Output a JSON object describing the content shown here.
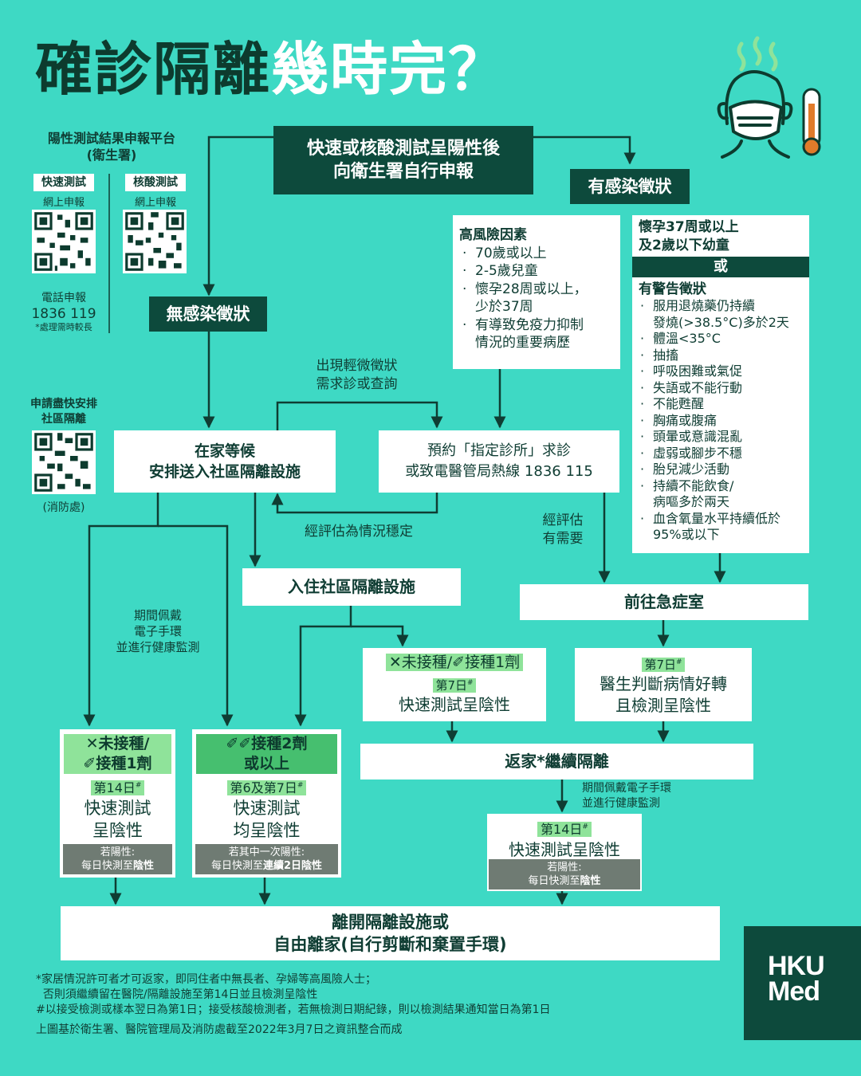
{
  "title": {
    "part1": "確診隔離",
    "part2": "幾時完？"
  },
  "platform": {
    "heading": "陽性測試結果申報平台\n(衛生署)",
    "rapid_tag": "快速測試",
    "rapid_sub": "網上申報",
    "pcr_tag": "核酸測試",
    "pcr_sub": "網上申報",
    "phone_label": "電話申報",
    "phone_number": "1836 119",
    "phone_note": "*處理需時較長"
  },
  "fire": {
    "heading": "申請盡快安排\n社區隔離",
    "note": "(消防處)"
  },
  "report_box": "快速或核酸測試呈陽性後\n向衛生署自行申報",
  "symptomatic": "有感染徵狀",
  "asymptomatic": "無感染徵狀",
  "high_risk": {
    "heading": "高風險因素",
    "items": [
      "70歲或以上",
      "2-5歲兒童",
      "懷孕28周或以上，\n少於37周",
      "有導致免疫力抑制\n情況的重要病歷"
    ]
  },
  "warning": {
    "top": "懷孕37周或以上\n及2歲以下幼童",
    "or": "或",
    "heading": "有警告徵狀",
    "items": [
      "服用退燒藥仍持續\n發燒(>38.5°C)多於2天",
      "體溫<35°C",
      "抽搐",
      "呼吸困難或氣促",
      "失語或不能行動",
      "不能甦醒",
      "胸痛或腹痛",
      "頭暈或意識混亂",
      "虛弱或腳步不穩",
      "胎兒減少活動",
      "持續不能飲食/\n病嘔多於兩天",
      "血含氧量水平持續低於\n95%或以下"
    ]
  },
  "mild_label": "出現輕微徵狀\n需求診或查詢",
  "wait_home": "在家等候\n安排送入社區隔離設施",
  "clinic": "預約「指定診所」求診\n或致電醫管局熱線 1836 115",
  "stable_label": "經評估為情況穩定",
  "assessed_label": "經評估\n有需要",
  "admit": "入住社區隔離設施",
  "ae": "前往急症室",
  "wristband_label": "期間佩戴\n電子手環\n並進行健康監測",
  "col_a": {
    "top": "✕未接種/\n✐接種1劑",
    "day": "第14日",
    "text": "快速測試\n呈陰性",
    "note_label": "若陽性:",
    "note_text": "每日快測至",
    "note_bold": "陰性"
  },
  "col_b": {
    "top": "✐✐接種2劑\n或以上",
    "day": "第6及第7日",
    "text": "快速測試\n均呈陰性",
    "note_label": "若其中一次陽性:",
    "note_text": "每日快測至",
    "note_bold": "連續2日陰性"
  },
  "col_c": {
    "top": "✕未接種/✐接種1劑",
    "day": "第7日",
    "text": "快速測試呈陰性"
  },
  "col_d": {
    "day": "第7日",
    "text": "醫生判斷病情好轉\n且檢測呈陰性"
  },
  "home_iso": "返家*繼續隔離",
  "home_wristband": "期間佩戴電子手環\n並進行健康監測",
  "col_e": {
    "day": "第14日",
    "text": "快速測試呈陰性",
    "note_label": "若陽性:",
    "note_text": "每日快測至",
    "note_bold": "陰性"
  },
  "leave": "離開隔離設施或\n自由離家(自行剪斷和棄置手環)",
  "footnotes": [
    "*家居情況許可者才可返家，即同住者中無長者、孕婦等高風險人士；",
    "  否則須繼續留在醫院/隔離設施至第14日並且檢測呈陰性",
    "#以接受檢測或樣本翌日為第1日；接受核酸檢測者，若無檢測日期紀錄，則以檢測結果通知當日為第1日",
    "上圖基於衛生署、醫院管理局及消防處截至2022年3月7日之資訊整合而成"
  ],
  "hash": "#",
  "logo": {
    "line1": "HKU",
    "line2": "Med"
  },
  "colors": {
    "background": "#3ed9c4",
    "dark": "#0d4a3c",
    "highlight": "#8fe39a",
    "grey": "#6f7b73"
  }
}
